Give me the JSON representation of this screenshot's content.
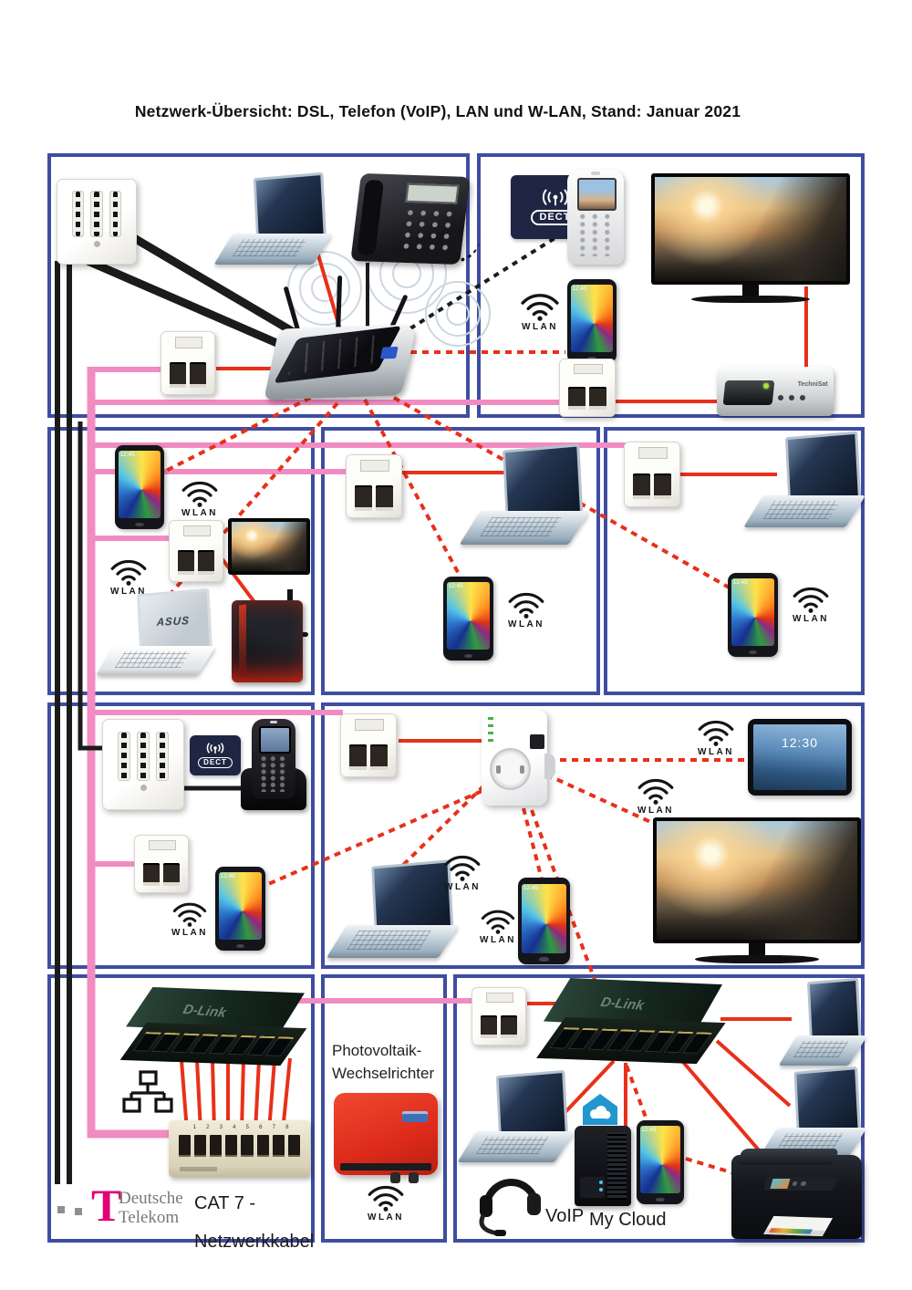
{
  "title": "Netzwerk-Übersicht: DSL, Telefon (VoIP), LAN und W-LAN, Stand: Januar 2021",
  "labels": {
    "wlan": "WLAN",
    "dect": "DECT",
    "voip": "VoIP",
    "my_cloud": "My Cloud",
    "cat7_line1": "CAT 7 -",
    "cat7_line2": "Netzwerkkabel",
    "pv_line1": "Photovoltaik-",
    "pv_line2": "Wechselrichter",
    "telekom_t": "T",
    "telekom_line1": "Deutsche",
    "telekom_line2": "Telekom"
  },
  "devices": {
    "asus": "ASUS",
    "dlink": "D-Link",
    "technisat": "TechniSat",
    "tablet_time": "12:30",
    "phone_time": "12:45",
    "patch_ports": "1 2 3 4 5 6 7 8"
  },
  "icons": {
    "wifi_icon": "three arcs with dot",
    "dect_icon": "antenna with radio waves",
    "network_tree_icon": "one top node linked to two bottom nodes",
    "cloud_house_icon": "blue house with white cloud",
    "headset_icon": "headphones with microphone boom"
  },
  "colors": {
    "box_border": "#3f4da0",
    "phone_cable_black": "#1b1b1b",
    "network_cable_pink": "#f18cc2",
    "lan_patch_red": "#e8301a",
    "wlan_dotted_red": "#e8301a",
    "dect_dotted_black": "#1d1d1d",
    "telekom_magenta": "#e20074",
    "cloud_blue": "#2196cf",
    "inverter_red": "#dd2a1a"
  }
}
